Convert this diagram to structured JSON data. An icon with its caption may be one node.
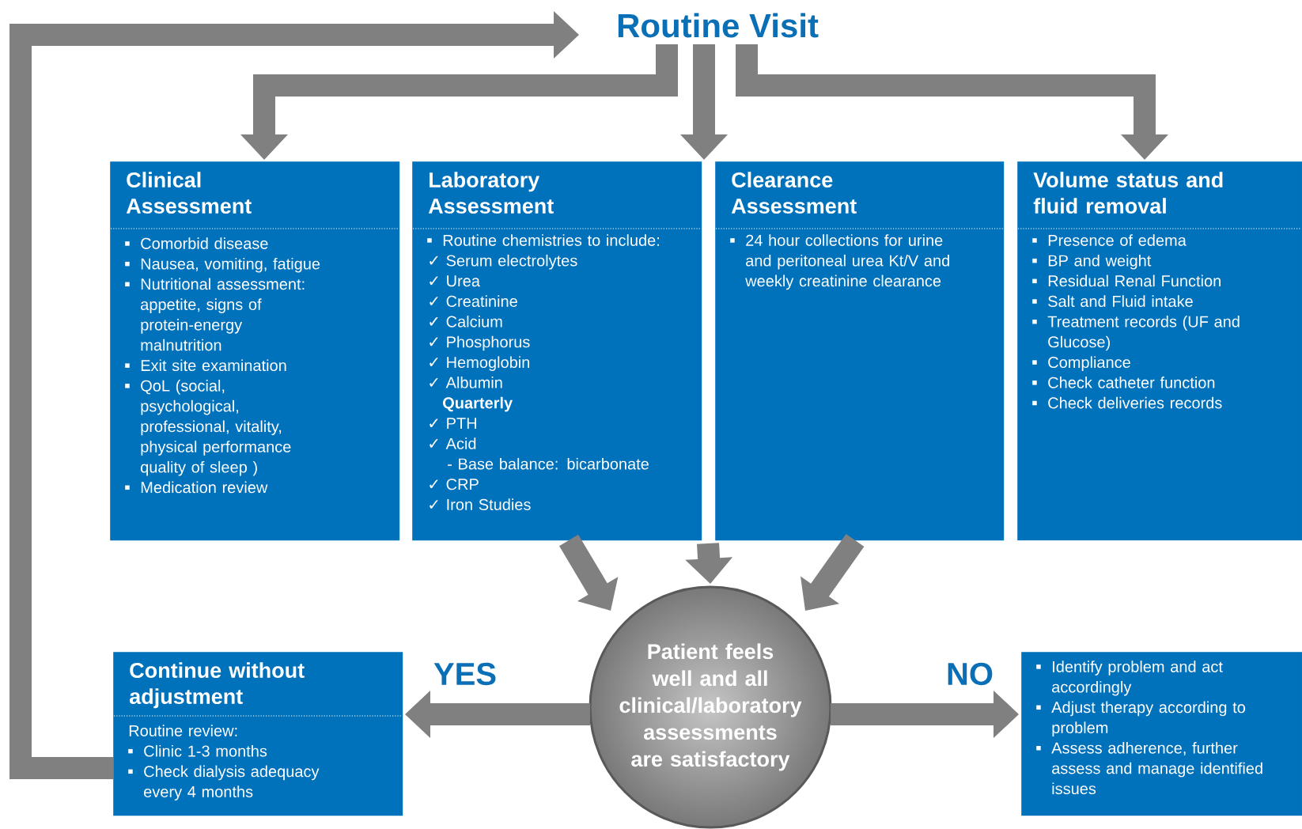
{
  "diagram": {
    "nodes": [
      {
        "text": [
          "Routine Visit"
        ]
      },
      {
        "text": [
          "Clinical Assessment",
          "Comorbid disease",
          "Nausea, vomiting, fatigue",
          "Nutritional assessment: appetite, signs of protein-energy malnutrition",
          "Exit site examination",
          "QoL (social, psychological, professional, vitality, physical performance quality of sleep )",
          "Medication review"
        ]
      },
      {
        "text": [
          "Laboratory Assessment",
          "Routine chemistries to include:",
          "✓ Serum electrolytes",
          "✓ Urea",
          "✓ Creatinine",
          "✓ Calcium",
          "✓ Phosphorus",
          "✓ Hemoglobin",
          "✓ Albumin",
          "Quarterly",
          "✓ PTH",
          "✓ Acid",
          "- Base balance: bicarbonate",
          "✓ CRP",
          "✓ Iron Studies"
        ]
      },
      {
        "text": [
          "Clearance Assessment",
          "24 hour collections for urine and peritoneal urea Kt/V and weekly creatinine clearance"
        ]
      },
      {
        "text": [
          "Volume status and fluid removal",
          "Presence of edema",
          "BP and weight",
          "Residual Renal Function",
          "Salt and Fluid intake",
          "Treatment records (UF and Glucose)",
          "Compliance",
          "Check catheter function",
          "Check deliveries records"
        ]
      },
      {
        "text": [
          "Patient feels well and all clinical/laboratory assessments are satisfactory"
        ]
      },
      {
        "text": [
          "Continue without adjustment",
          "Routine review:",
          "Clinic 1-3 months",
          "Check dialysis adequacy every 4 months"
        ]
      },
      {
        "text": [
          "Identify problem and act accordingly",
          "Adjust therapy according to problem",
          "Assess adherence, further assess and manage identified issues"
        ]
      }
    ],
    "edges": [
      {
        "from": 0,
        "to": 1,
        "arrow": "to"
      },
      {
        "from": 0,
        "to": 2,
        "arrow": "to"
      },
      {
        "from": 0,
        "to": 4,
        "arrow": "to"
      },
      {
        "from": 2,
        "to": 5,
        "arrow": "to"
      },
      {
        "from": 2,
        "to": 5,
        "arrow": "to"
      },
      {
        "from": 3,
        "to": 5,
        "arrow": "to"
      },
      {
        "from": 5,
        "to": 6,
        "arrow": "to",
        "label": "YES"
      },
      {
        "from": 5,
        "to": 7,
        "arrow": "to",
        "label": "NO"
      },
      {
        "from": 6,
        "to": 0,
        "arrow": "to"
      }
    ]
  }
}
